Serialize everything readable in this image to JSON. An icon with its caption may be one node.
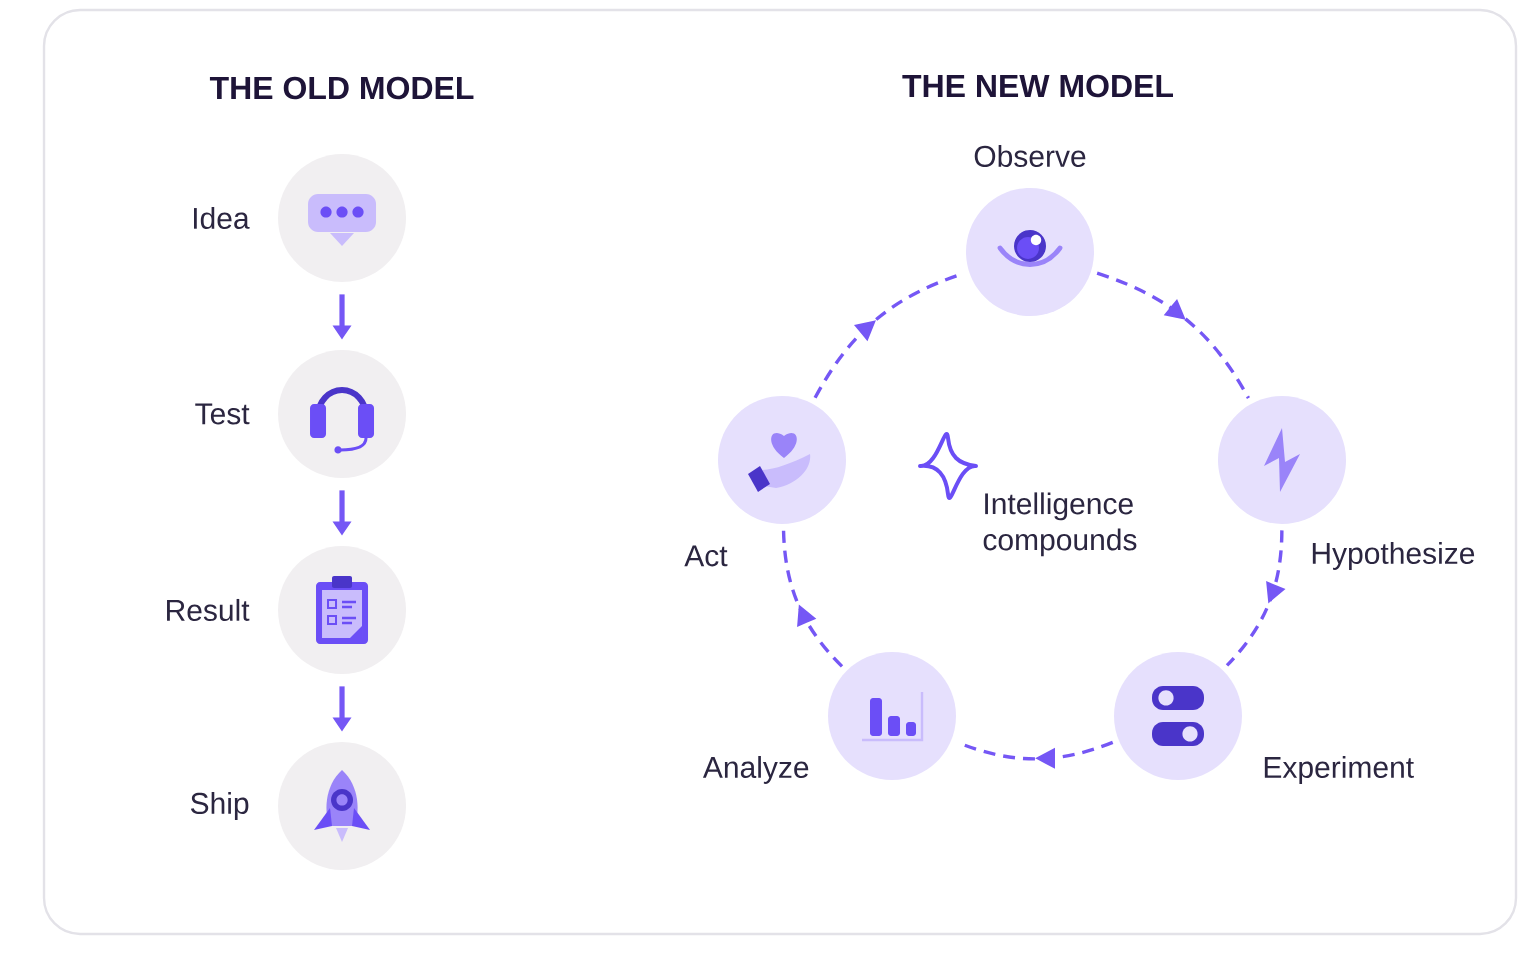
{
  "diagram": {
    "nodes": [
      {
        "text": [],
        "shape": "circle",
        "beside": [
          "Idea"
        ]
      },
      {
        "text": [],
        "shape": "circle",
        "beside": [
          "Test"
        ]
      },
      {
        "text": [],
        "shape": "circle",
        "beside": [
          "Result"
        ]
      },
      {
        "text": [],
        "shape": "circle",
        "beside": [
          "Ship"
        ]
      },
      {
        "text": [],
        "shape": "circle",
        "beside": [
          "Observe"
        ]
      },
      {
        "text": [],
        "shape": "circle",
        "beside": [
          "Hypothesize"
        ]
      },
      {
        "text": [],
        "shape": "circle",
        "beside": [
          "Experiment"
        ]
      },
      {
        "text": [],
        "shape": "circle",
        "beside": [
          "Analyze"
        ]
      },
      {
        "text": [],
        "shape": "circle",
        "beside": [
          "Act"
        ]
      }
    ],
    "edges": [
      {
        "from": 0,
        "to": 1,
        "arrow": "to"
      },
      {
        "from": 1,
        "to": 2,
        "arrow": "to"
      },
      {
        "from": 2,
        "to": 3,
        "arrow": "to"
      },
      {
        "from": 4,
        "to": 5,
        "arrow": "to",
        "style": "dashed"
      },
      {
        "from": 5,
        "to": 6,
        "arrow": "to",
        "style": "dashed"
      },
      {
        "from": 6,
        "to": 7,
        "arrow": "to",
        "style": "dashed"
      },
      {
        "from": 7,
        "to": 8,
        "arrow": "to",
        "style": "dashed"
      },
      {
        "from": 8,
        "to": 4,
        "arrow": "to",
        "style": "dashed"
      }
    ],
    "labels": [
      "THE OLD MODEL",
      "THE NEW MODEL",
      "Intelligence compounds"
    ]
  }
}
